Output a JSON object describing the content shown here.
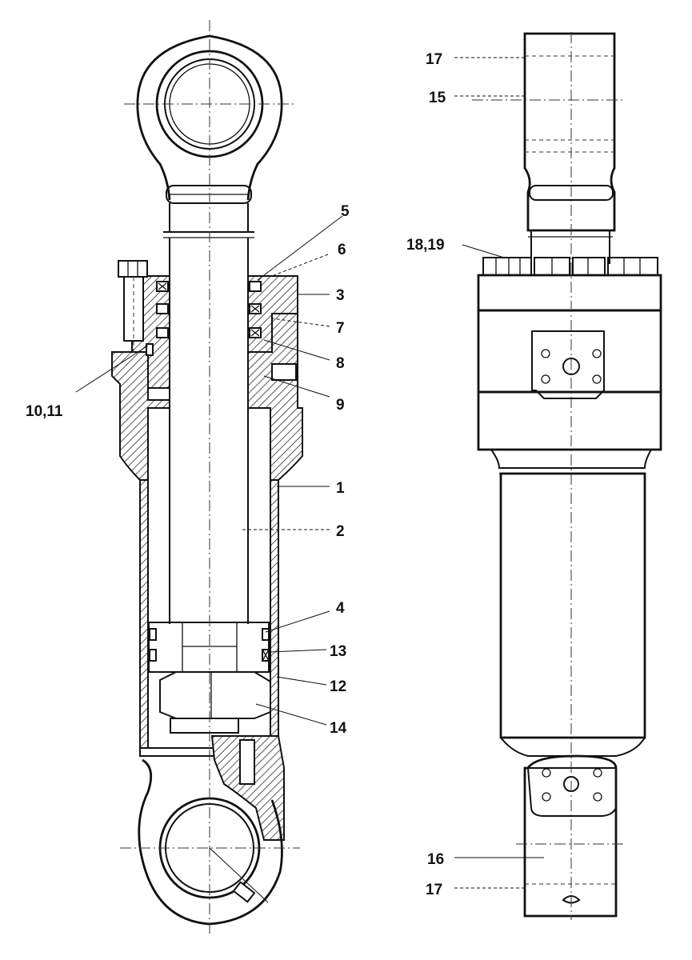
{
  "diagram": {
    "callouts_section": [
      {
        "id": "c5",
        "text": "5"
      },
      {
        "id": "c6",
        "text": "6"
      },
      {
        "id": "c3",
        "text": "3"
      },
      {
        "id": "c7",
        "text": "7"
      },
      {
        "id": "c8",
        "text": "8"
      },
      {
        "id": "c9",
        "text": "9"
      },
      {
        "id": "c10_11",
        "text": "10,11"
      },
      {
        "id": "c1",
        "text": "1"
      },
      {
        "id": "c2",
        "text": "2"
      },
      {
        "id": "c4",
        "text": "4"
      },
      {
        "id": "c13",
        "text": "13"
      },
      {
        "id": "c12",
        "text": "12"
      },
      {
        "id": "c14",
        "text": "14"
      }
    ],
    "callouts_exterior": [
      {
        "id": "c17_top",
        "text": "17"
      },
      {
        "id": "c15",
        "text": "15"
      },
      {
        "id": "c18_19",
        "text": "18,19"
      },
      {
        "id": "c16",
        "text": "16"
      },
      {
        "id": "c17_bottom",
        "text": "17"
      }
    ]
  }
}
